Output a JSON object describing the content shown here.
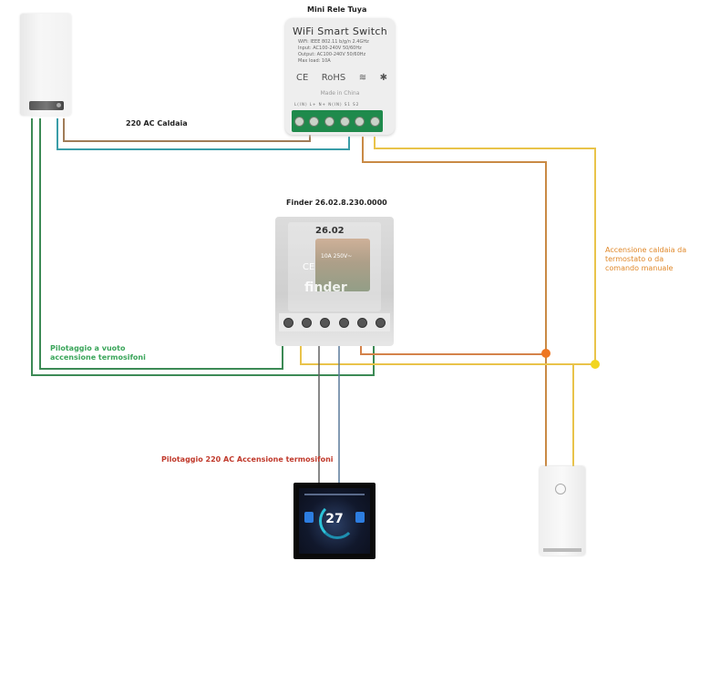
{
  "labels": {
    "tuya_title": "Mini Rele Tuya",
    "finder_title": "Finder 26.02.8.230.0000",
    "boiler_line": "220 AC Caldaia",
    "pilotaggio_vuoto": [
      "Pilotaggio a vuoto",
      "accensione termosifoni"
    ],
    "accensione_caldaia": [
      "Accensione caldaia da",
      "termostato o da",
      "comando manuale"
    ],
    "pilotaggio_220": "Pilotaggio 220 AC Accensione termosifoni"
  },
  "tuya_device": {
    "heading": "WiFi Smart Switch",
    "specs": "WiFi: IEEE 802.11 b/g/n 2.4GHz\nInput: AC100-240V 50/60Hz\nOutput: AC100-240V 50/60Hz\nMax load: 10A",
    "cert_ce": "CE",
    "cert_rohs": "RoHS",
    "wifi_glyph": "≋",
    "bt_glyph": "✱",
    "made_in": "Made in China",
    "pins": "L(IN) L+ N+ N(IN) S1 S2"
  },
  "finder_device": {
    "model": "26.02",
    "rating": "10A 250V~",
    "ce": "CE",
    "brand": "finder"
  },
  "thermostat": {
    "temperature": "27"
  },
  "colors": {
    "brown": "#a07c58",
    "teal": "#3a9da8",
    "green": "#3c8a55",
    "yellow": "#e9c34a",
    "orange_wire": "#c98a45",
    "gray": "#606060",
    "red": "#c0504d",
    "orange_node": "#ee7722",
    "yellow_node": "#f2d520"
  }
}
